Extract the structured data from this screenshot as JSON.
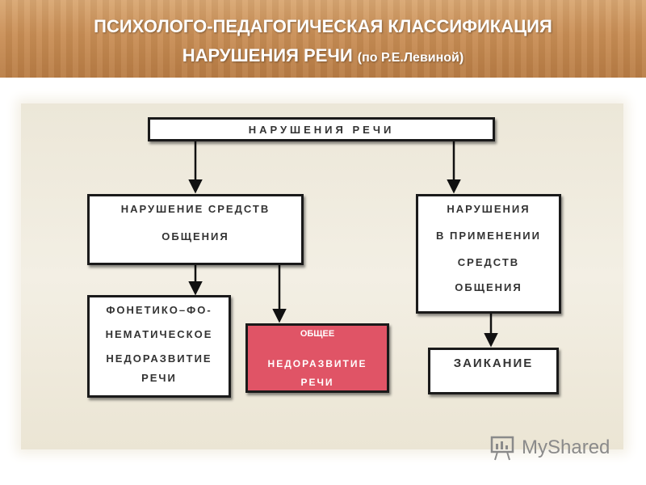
{
  "header": {
    "title_line1": "ПСИХОЛОГО-ПЕДАГОГИЧЕСКАЯ КЛАССИФИКАЦИЯ",
    "title_line2_main": "НАРУШЕНИЯ  РЕЧИ",
    "title_line2_note": "(по Р.Е.Левиной)"
  },
  "diagram": {
    "root": "НАРУШЕНИЯ  РЕЧИ",
    "left_branch": [
      "НАРУШЕНИЕ  СРЕДСТВ",
      "ОБЩЕНИЯ"
    ],
    "right_branch": [
      "НАРУШЕНИЯ",
      "В ПРИМЕНЕНИИ",
      "СРЕДСТВ",
      "ОБЩЕНИЯ"
    ],
    "fff": [
      "ФОНЕТИКО–ФО-",
      "НЕМАТИЧЕСКОЕ",
      "НЕДОРАЗВИТИЕ",
      "РЕЧИ"
    ],
    "onr": [
      "ОБЩЕЕ",
      "НЕДОРАЗВИТИЕ",
      "РЕЧИ"
    ],
    "stutter": "ЗАИКАНИЕ"
  },
  "colors": {
    "header": "#c98e55",
    "highlight": "#e05466"
  },
  "watermark": {
    "text": "MyShared",
    "icon": "presentation-board-icon"
  }
}
